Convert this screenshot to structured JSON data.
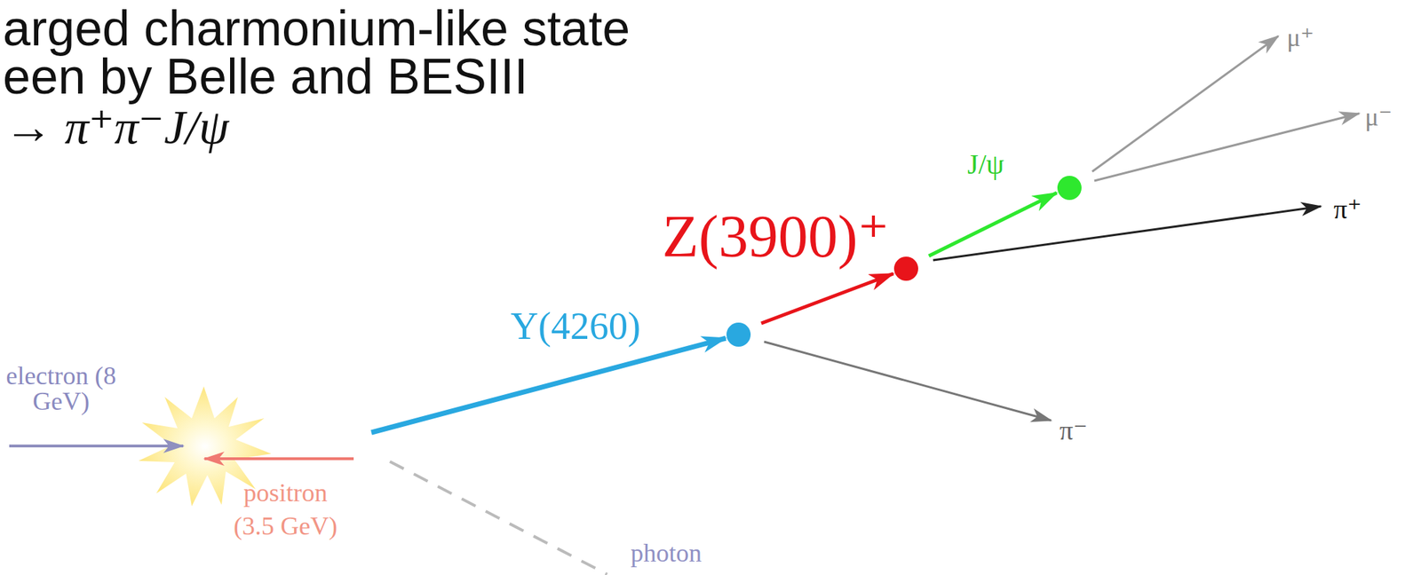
{
  "diagram": {
    "labels": [
      "arged charmonium-like state",
      "een by Belle and BESIII",
      "→ π⁺π⁻J/ψ",
      "electron (8 GeV)",
      "positron (3.5 GeV)",
      "photon",
      "Y(4260)",
      "Z(3900)⁺",
      "J/ψ",
      "π⁺",
      "π⁻",
      "μ⁺",
      "μ⁻"
    ]
  }
}
